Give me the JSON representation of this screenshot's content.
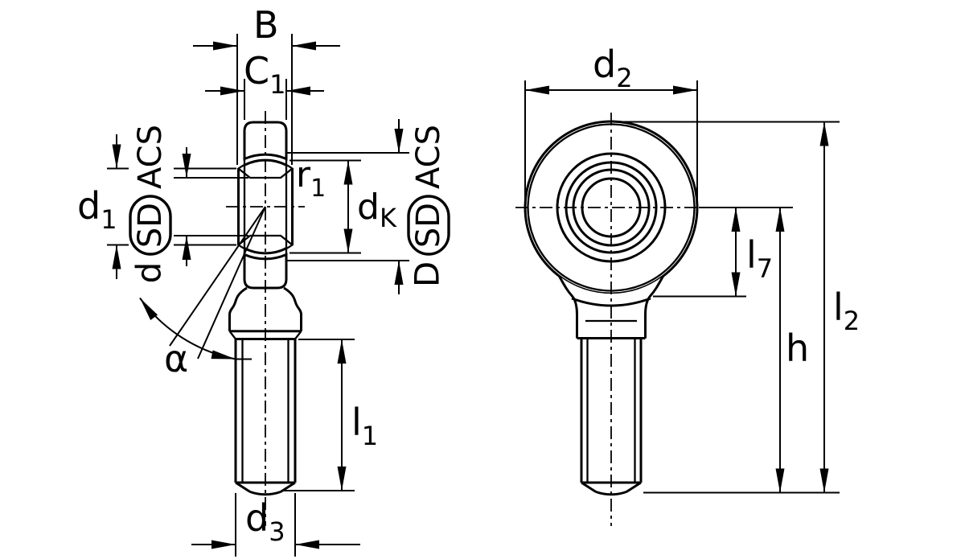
{
  "drawing": {
    "kind": "rod-end-bearing-dimension-drawing",
    "colors": {
      "line": "#000000",
      "sliding_layer": "#5C2D87",
      "background": "#FFFFFF"
    },
    "labels": {
      "B": "B",
      "C1": {
        "base": "C",
        "sub": "1"
      },
      "d1": {
        "base": "d",
        "sub": "1"
      },
      "dK": {
        "base": "d",
        "sub": "K"
      },
      "r1": {
        "base": "r",
        "sub": "1"
      },
      "alpha": "α",
      "l1": {
        "base": "l",
        "sub": "1"
      },
      "d3": {
        "base": "d",
        "sub": "3"
      },
      "d2": {
        "base": "d",
        "sub": "2"
      },
      "l7": {
        "base": "l",
        "sub": "7"
      },
      "h": "h",
      "l2": {
        "base": "l",
        "sub": "2"
      },
      "left_column": {
        "letter": "d",
        "badge": "SD",
        "suffix": "ACS"
      },
      "right_column": {
        "letter": "D",
        "badge": "SD",
        "suffix": "ACS"
      }
    }
  }
}
